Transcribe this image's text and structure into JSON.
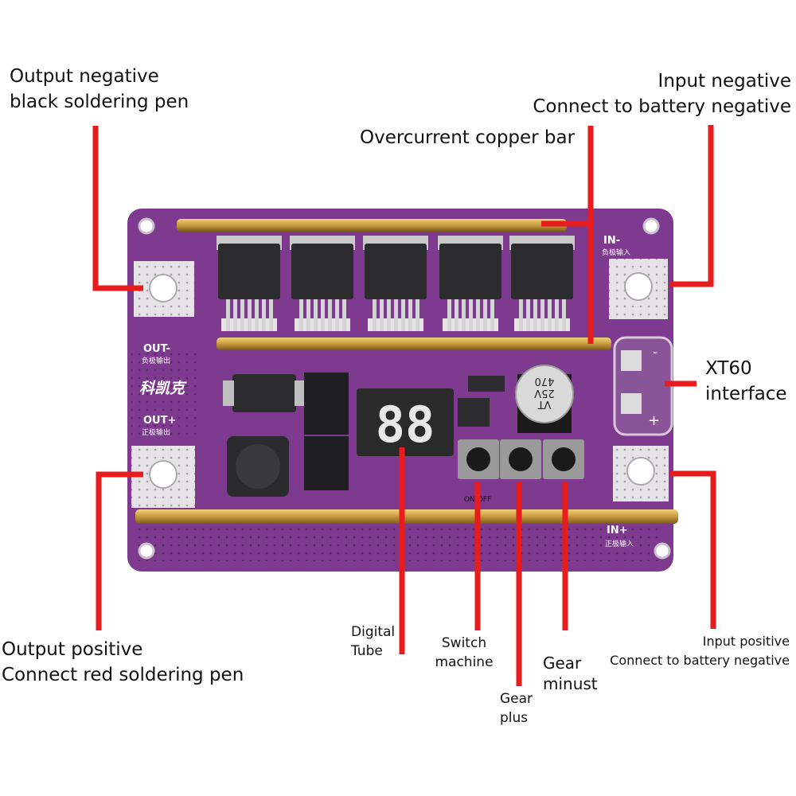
{
  "colors": {
    "pcb": "#7d3a8e",
    "pcb_dark": "#5c2470",
    "pad": "#e6e3e6",
    "copper": "#c7a046",
    "component": "#2c2c2e",
    "pointer": "#e81c1c"
  },
  "callouts": {
    "output_negative": {
      "line1": "Output negative",
      "line2": "black soldering pen"
    },
    "input_negative": {
      "line1": "Input negative",
      "line2": "Connect to battery negative"
    },
    "copper_bar": {
      "line1": "Overcurrent copper bar"
    },
    "xt60": {
      "line1": "XT60",
      "line2": "interface"
    },
    "output_positive": {
      "line1": "Output positive",
      "line2": "Connect red soldering pen"
    },
    "digital_tube": {
      "line1": "Digital",
      "line2": "Tube"
    },
    "switch_machine": {
      "line1": "Switch",
      "line2": "machine"
    },
    "gear_plus": {
      "line1": "Gear",
      "line2": "plus"
    },
    "gear_minus": {
      "line1": "Gear",
      "line2": "minust"
    },
    "input_positive": {
      "line1": "Input positive",
      "line2": "Connect to battery negative"
    }
  },
  "board": {
    "in_minus": "IN-",
    "in_minus_cn": "负极输入",
    "out_minus": "OUT-",
    "out_minus_cn": "负极输出",
    "out_plus": "OUT+",
    "out_plus_cn": "正极输出",
    "in_plus": "IN+",
    "in_plus_cn": "正极输入",
    "brand": "科凯克",
    "display": "88",
    "cap_line1": "470",
    "cap_line2": "25V",
    "cap_line3": "VT",
    "xt60_minus": "-",
    "xt60_plus": "+",
    "onoff": "ON/OFF"
  }
}
